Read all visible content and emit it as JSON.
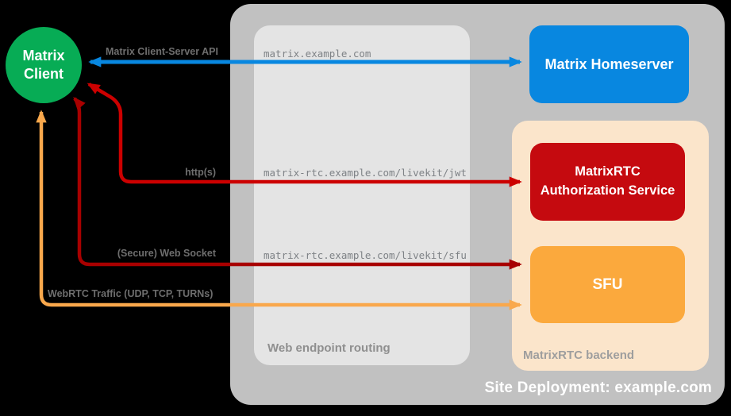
{
  "containers": {
    "site_label": "Site Deployment: example.com",
    "routing_label": "Web endpoint routing",
    "backend_label": "MatrixRTC backend"
  },
  "nodes": {
    "client": "Matrix Client",
    "homeserver": "Matrix Homeserver",
    "auth_service": "MatrixRTC Authorization Service",
    "sfu": "SFU"
  },
  "routes": {
    "homeserver_host": "matrix.example.com",
    "jwt_path": "matrix-rtc.example.com/livekit/jwt",
    "sfu_path": "matrix-rtc.example.com/livekit/sfu"
  },
  "arrows": {
    "client_server_api": {
      "label": "Matrix Client-Server API",
      "color": "#0887e0"
    },
    "https": {
      "label": "http(s)",
      "color": "#cc0000"
    },
    "websocket": {
      "label": "(Secure) Web Socket",
      "color": "#a80000"
    },
    "webrtc": {
      "label": "WebRTC Traffic (UDP, TCP, TURNs)",
      "color": "#f9a84c"
    }
  },
  "colors": {
    "client_green": "#07ac55",
    "homeserver_blue": "#0887e0",
    "auth_red": "#c50a0f",
    "sfu_orange": "#fba93d",
    "backend_peach": "#fbe5cb",
    "site_gray": "#c1c1c1",
    "routing_gray": "#e4e4e4",
    "label_gray": "#6e6e6e",
    "background": "#000000"
  }
}
